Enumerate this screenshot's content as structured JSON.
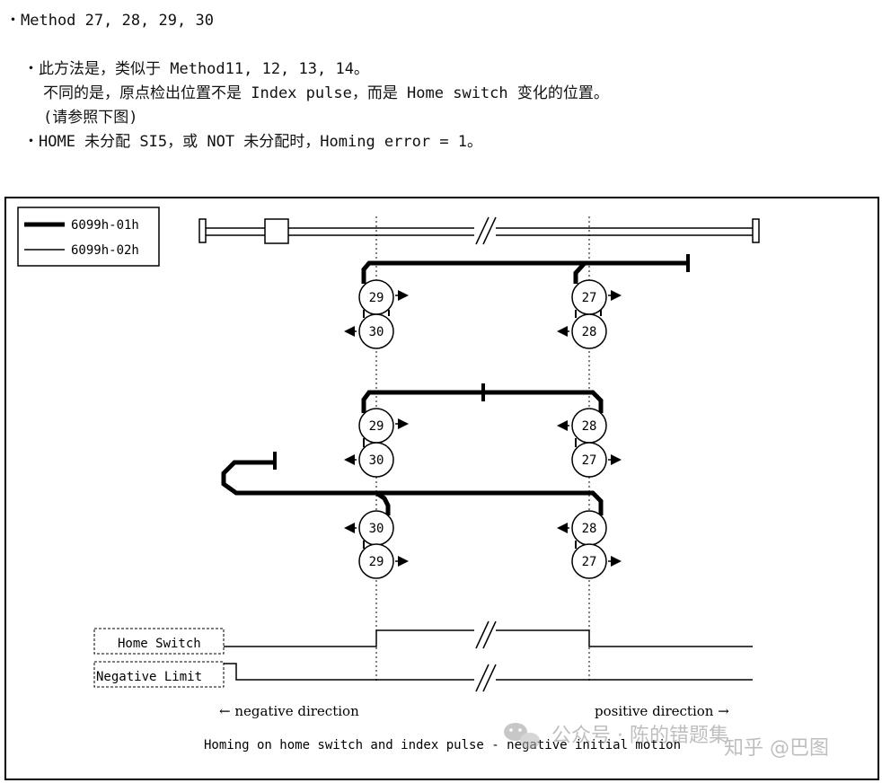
{
  "text": {
    "heading": "・Method 27, 28, 29, 30",
    "bullet1": "・此方法是，类似于 Method11, 12, 13, 14。",
    "bullet1_cont": "不同的是，原点检出位置不是 Index pulse，而是 Home switch 变化的位置。",
    "bullet1_note": "(请参照下图)",
    "bullet2": "・HOME 未分配 SI5，或 NOT 未分配时，Homing error = 1。"
  },
  "diagram": {
    "legend": {
      "thick": "6099h-01h",
      "thin": "6099h-02h"
    },
    "row1": {
      "left_top": "29",
      "left_bottom": "30",
      "right_top": "27",
      "right_bottom": "28"
    },
    "row2": {
      "left_top": "29",
      "left_bottom": "30",
      "right_top": "28",
      "right_bottom": "27"
    },
    "row3": {
      "left_top": "30",
      "left_bottom": "29",
      "right_top": "28",
      "right_bottom": "27"
    },
    "signals": {
      "home_switch": "Home Switch",
      "negative_limit": "Negative Limit"
    },
    "neg_dir": "← negative direction",
    "pos_dir": "positive direction →",
    "caption": "Homing on home switch and index pulse - negative initial motion"
  },
  "watermark": {
    "main": "公众号 · 陈的错题集",
    "sub": "知乎 @巴图"
  }
}
